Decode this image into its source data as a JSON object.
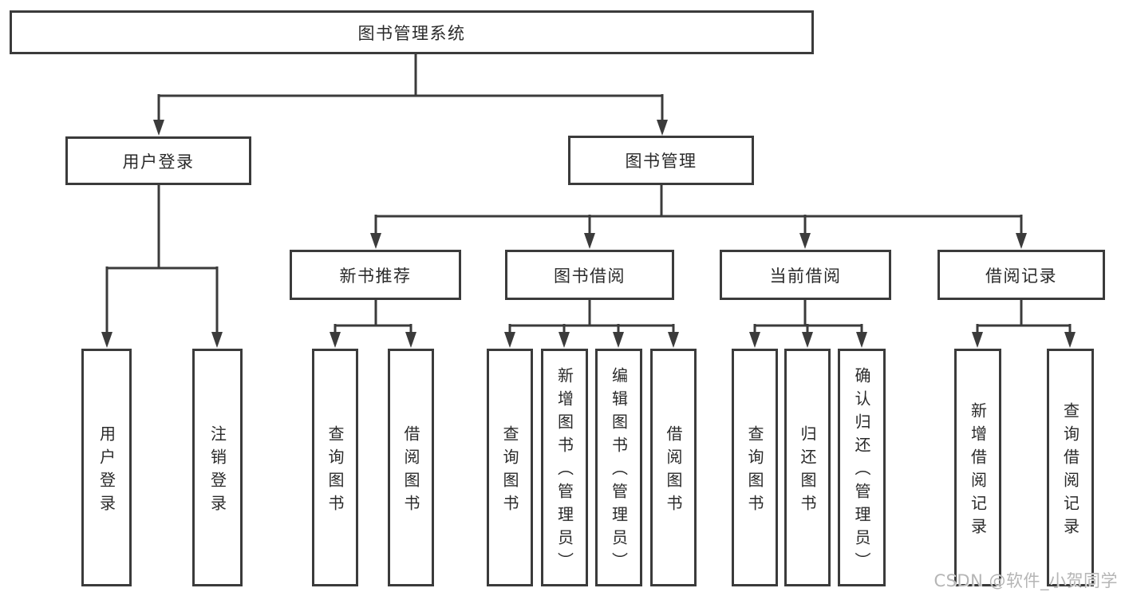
{
  "colors": {
    "line": "#3b3b3b",
    "box_border": "#3b3b3b",
    "box_background": "#ffffff",
    "text": "#2a2a2a",
    "watermark": "#b5b5b5",
    "page_background": "#ffffff"
  },
  "tree": {
    "root": {
      "label": "图书管理系统"
    },
    "branches": [
      {
        "label": "用户登录",
        "children": [
          {
            "label": "用户登录"
          },
          {
            "label": "注销登录"
          }
        ]
      },
      {
        "label": "图书管理",
        "sections": [
          {
            "label": "新书推荐",
            "children": [
              {
                "label": "查询图书"
              },
              {
                "label": "借阅图书"
              }
            ]
          },
          {
            "label": "图书借阅",
            "children": [
              {
                "label": "查询图书"
              },
              {
                "label": "新增图书（管理员）"
              },
              {
                "label": "编辑图书（管理员）"
              },
              {
                "label": "借阅图书"
              }
            ]
          },
          {
            "label": "当前借阅",
            "children": [
              {
                "label": "查询图书"
              },
              {
                "label": "归还图书"
              },
              {
                "label": "确认归还（管理员）"
              }
            ]
          },
          {
            "label": "借阅记录",
            "children": [
              {
                "label": "新增借阅记录"
              },
              {
                "label": "查询借阅记录"
              }
            ]
          }
        ]
      }
    ]
  },
  "watermark": {
    "text": "CSDN @软件_小贺同学"
  }
}
